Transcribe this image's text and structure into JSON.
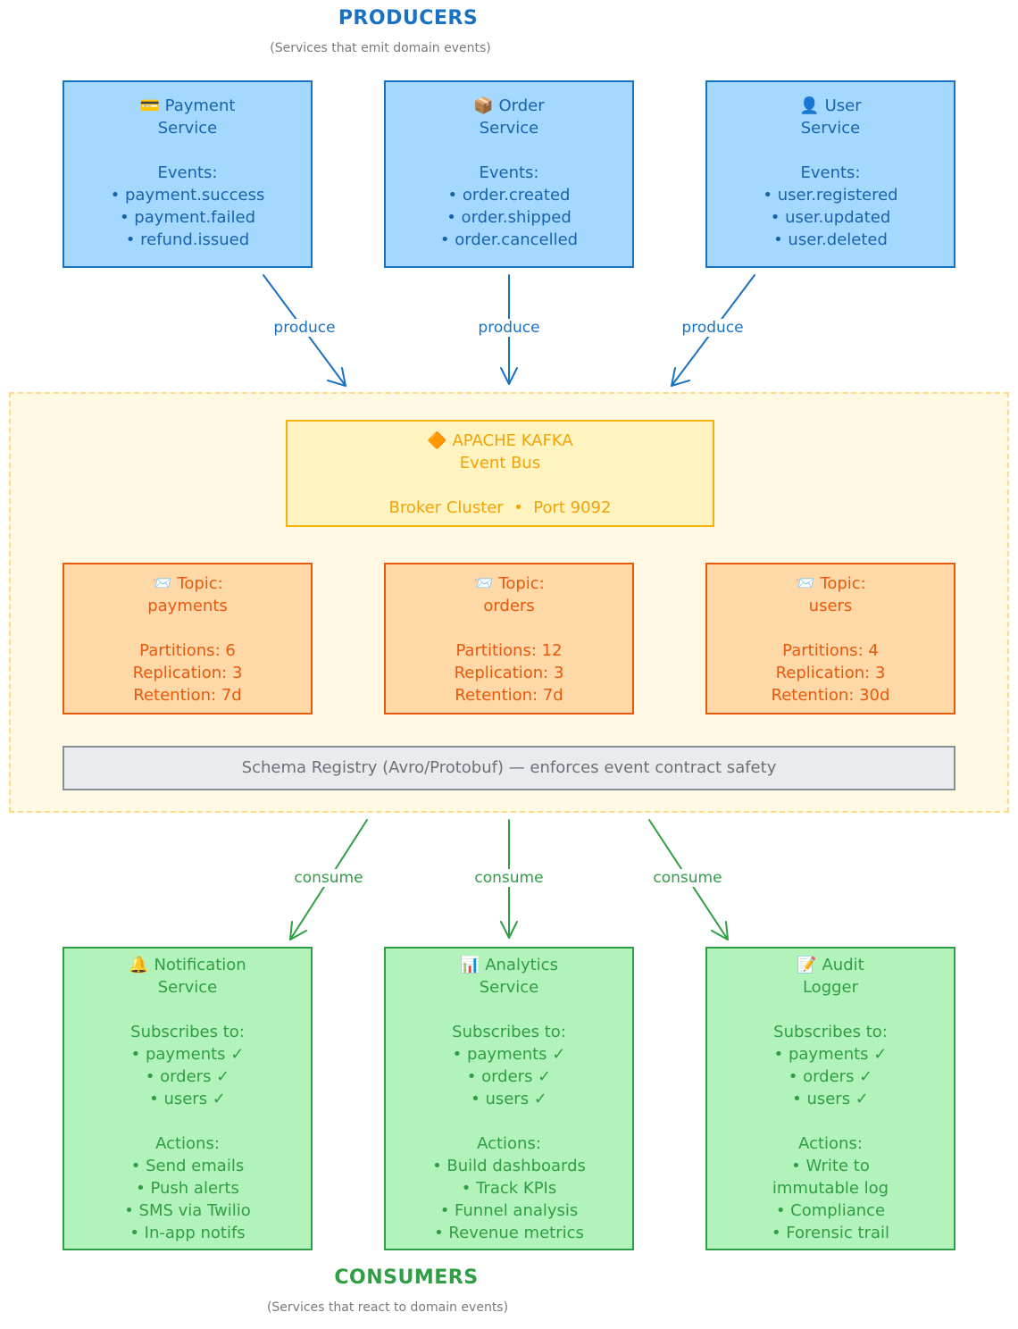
{
  "producers": {
    "heading": "PRODUCERS",
    "subtitle": "(Services that emit domain events)",
    "services": [
      {
        "icon": "credit-card-icon",
        "glyph": "💳",
        "title": "Payment",
        "title2": "Service",
        "events_label": "Events:",
        "events": [
          "• payment.success",
          "• payment.failed",
          "• refund.issued"
        ]
      },
      {
        "icon": "package-icon",
        "glyph": "📦",
        "title": "Order",
        "title2": "Service",
        "events_label": "Events:",
        "events": [
          "• order.created",
          "• order.shipped",
          "• order.cancelled"
        ]
      },
      {
        "icon": "user-icon",
        "glyph": "👤",
        "title": "User",
        "title2": "Service",
        "events_label": "Events:",
        "events": [
          "• user.registered",
          "• user.updated",
          "• user.deleted"
        ]
      }
    ]
  },
  "produce_label": "produce",
  "consume_label": "consume",
  "kafka": {
    "icon": "diamond-icon",
    "glyph": "🔶",
    "title": "APACHE KAFKA",
    "subtitle": "Event Bus",
    "details": "Broker Cluster  •  Port 9092"
  },
  "topics": [
    {
      "icon": "envelope-icon",
      "glyph": "📨",
      "label": "Topic:",
      "name": "payments",
      "partitions": "Partitions: 6",
      "replication": "Replication: 3",
      "retention": "Retention: 7d"
    },
    {
      "icon": "envelope-icon",
      "glyph": "📨",
      "label": "Topic:",
      "name": "orders",
      "partitions": "Partitions: 12",
      "replication": "Replication: 3",
      "retention": "Retention: 7d"
    },
    {
      "icon": "envelope-icon",
      "glyph": "📨",
      "label": "Topic:",
      "name": "users",
      "partitions": "Partitions: 4",
      "replication": "Replication: 3",
      "retention": "Retention: 30d"
    }
  ],
  "schema_registry": "Schema Registry (Avro/Protobuf) — enforces event contract safety",
  "consumers": {
    "heading": "CONSUMERS",
    "subtitle": "(Services that react to domain events)",
    "services": [
      {
        "icon": "bell-icon",
        "glyph": "🔔",
        "title": "Notification",
        "title2": "Service",
        "subs_label": "Subscribes to:",
        "subs": [
          "• payments ✓",
          "• orders ✓",
          "• users ✓"
        ],
        "actions_label": "Actions:",
        "actions": [
          "• Send emails",
          "• Push alerts",
          "• SMS via Twilio",
          "• In-app notifs"
        ]
      },
      {
        "icon": "bar-chart-icon",
        "glyph": "📊",
        "title": "Analytics",
        "title2": "Service",
        "subs_label": "Subscribes to:",
        "subs": [
          "• payments ✓",
          "• orders ✓",
          "• users ✓"
        ],
        "actions_label": "Actions:",
        "actions": [
          "• Build dashboards",
          "• Track KPIs",
          "• Funnel analysis",
          "• Revenue metrics"
        ]
      },
      {
        "icon": "memo-icon",
        "glyph": "📝",
        "title": "Audit",
        "title2": "Logger",
        "subs_label": "Subscribes to:",
        "subs": [
          "• payments ✓",
          "• orders ✓",
          "• users ✓"
        ],
        "actions_label": "Actions:",
        "actions": [
          "• Write to",
          "immutable log",
          "• Compliance",
          "• Forensic trail"
        ]
      }
    ]
  },
  "colors": {
    "producer": "#1971c2",
    "topic": "#e8590c",
    "consumer": "#2f9e44",
    "kafka": "#f5b40c"
  }
}
